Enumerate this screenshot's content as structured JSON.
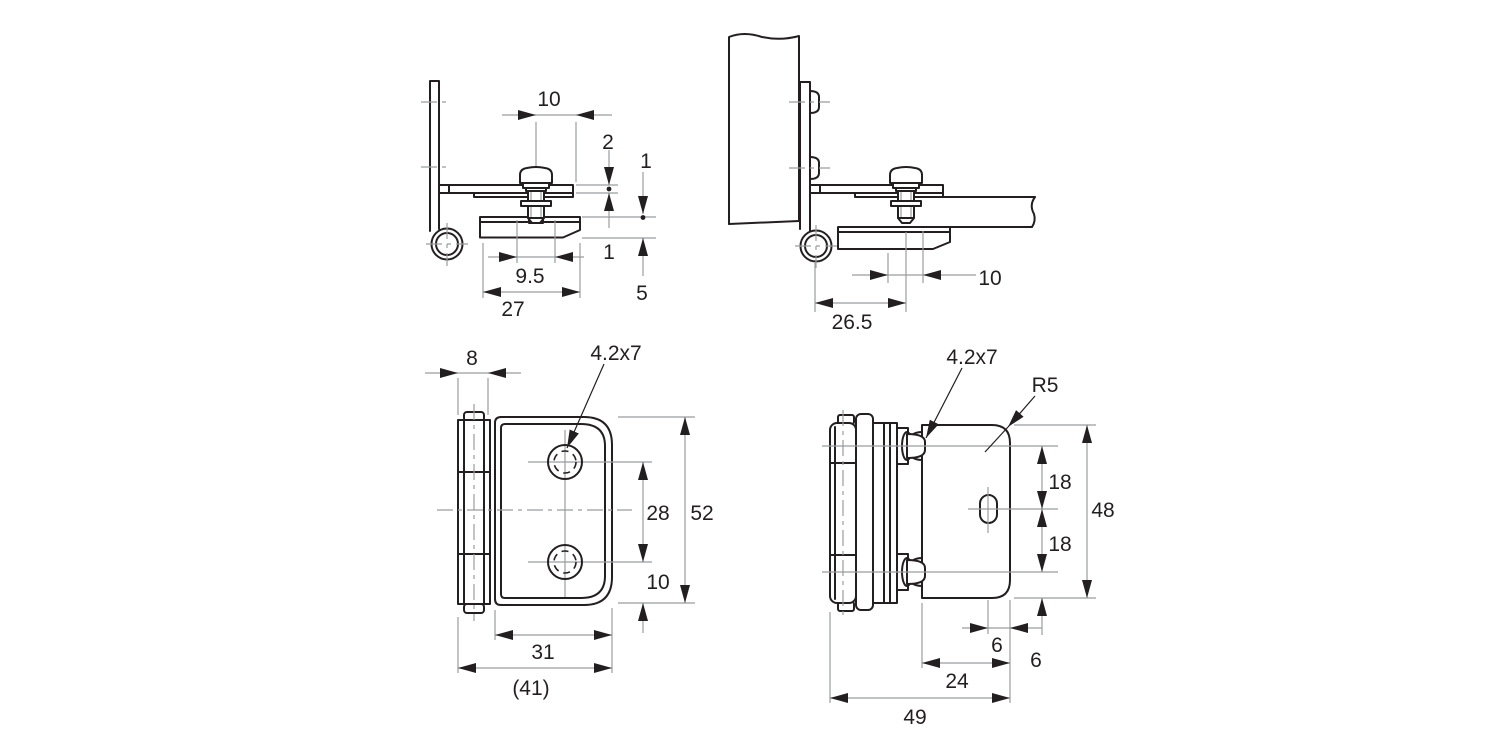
{
  "drawing": {
    "kind": "technical-drawing",
    "subject": "glass door hinge - four orthographic views with dimensions",
    "colors": {
      "background": "#ffffff",
      "object_line": "#231f20",
      "thin_line": "#9a9c9e",
      "text": "#231f20"
    },
    "views": {
      "side_open": {
        "title": "side view, hinge open",
        "dims": {
          "w10": "10",
          "t2": "2",
          "t1a": "1",
          "t1b": "1",
          "w9_5": "9.5",
          "g5": "5",
          "w27": "27"
        }
      },
      "side_mounted": {
        "title": "side view, mounted with glass",
        "dims": {
          "w10": "10",
          "w26_5": "26.5"
        }
      },
      "front": {
        "title": "front view",
        "dims": {
          "w8": "8",
          "hole": "4.2x7",
          "s28": "28",
          "h52": "52",
          "e10": "10",
          "w31": "31",
          "w41": "(41)"
        }
      },
      "side_leaf": {
        "title": "side view of clamp and leaf",
        "dims": {
          "hole": "4.2x7",
          "r5": "R5",
          "s18a": "18",
          "s18b": "18",
          "h48": "48",
          "e6a": "6",
          "e6b": "6",
          "d24": "24",
          "d49": "49"
        }
      }
    }
  }
}
